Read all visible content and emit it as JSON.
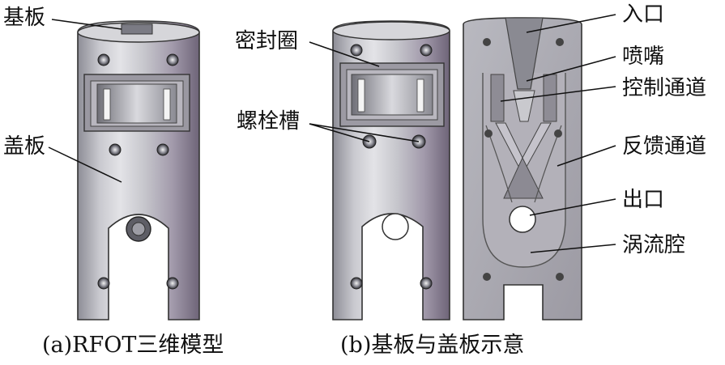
{
  "labels": {
    "base_plate": "基板",
    "cover_plate": "盖板",
    "seal_ring": "密封圈",
    "bolt_slot": "螺栓槽",
    "inlet": "入口",
    "nozzle": "喷嘴",
    "control_channel": "控制通道",
    "feedback_channel": "反馈通道",
    "outlet": "出口",
    "vortex_chamber": "涡流腔"
  },
  "captions": {
    "a": "(a)RFOT三维模型",
    "b": "(b)基板与盖板示意"
  }
}
